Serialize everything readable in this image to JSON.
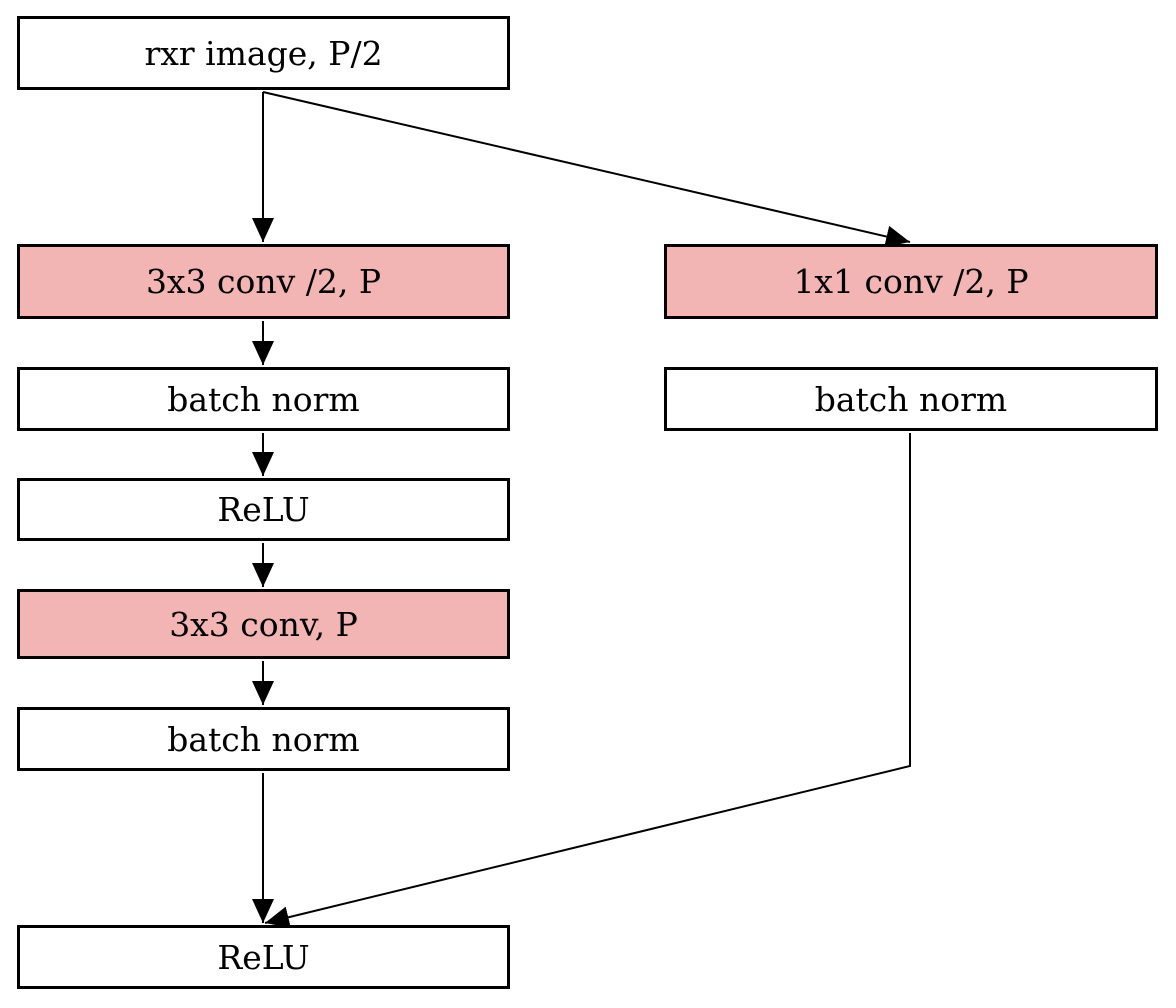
{
  "nodes": {
    "input": "rxr image, P/2",
    "conv1": "3x3 conv /2, P",
    "bn1": "batch norm",
    "relu1": "ReLU",
    "conv2": "3x3 conv, P",
    "bn2": "batch norm",
    "relu_out": "ReLU",
    "shortcut_conv": "1x1 conv /2, P",
    "shortcut_bn": "batch norm"
  },
  "colors": {
    "conv_fill": "#f3b5b4",
    "box_fill": "#ffffff",
    "stroke": "#000000"
  }
}
